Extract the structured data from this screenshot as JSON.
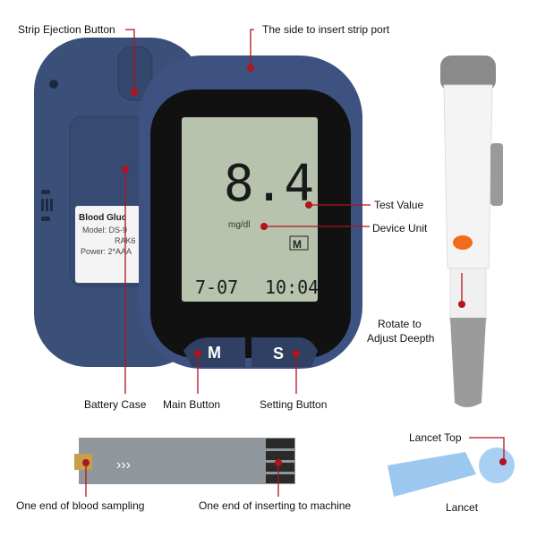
{
  "labels": {
    "strip_ejection": "Strip Ejection Button",
    "strip_port": "The side to insert strip port",
    "test_value": "Test Value",
    "device_unit": "Device Unit",
    "rotate_1": "Rotate to",
    "rotate_2": "Adjust Deepth",
    "battery_case": "Battery Case",
    "main_button": "Main Button",
    "setting_button": "Setting Button",
    "blood_sampling": "One end of blood sampling",
    "inserting": "One end of inserting to machine",
    "lancet_top": "Lancet Top",
    "lancet": "Lancet"
  },
  "device": {
    "reading": "8.4",
    "unit": "mg/dl",
    "memory": "M",
    "date": "7-07",
    "time": "10:04",
    "button_m": "M",
    "button_s": "S",
    "back_label": {
      "title": "Blood Gluc",
      "model": "Model: DS-9",
      "model2": "RAK6",
      "power": "Power: 2*AAA"
    }
  },
  "colors": {
    "device": "#3b5079",
    "lcd": "#b8c3ad",
    "accent": "#b3121f",
    "lancet": "#9cc8f0"
  }
}
